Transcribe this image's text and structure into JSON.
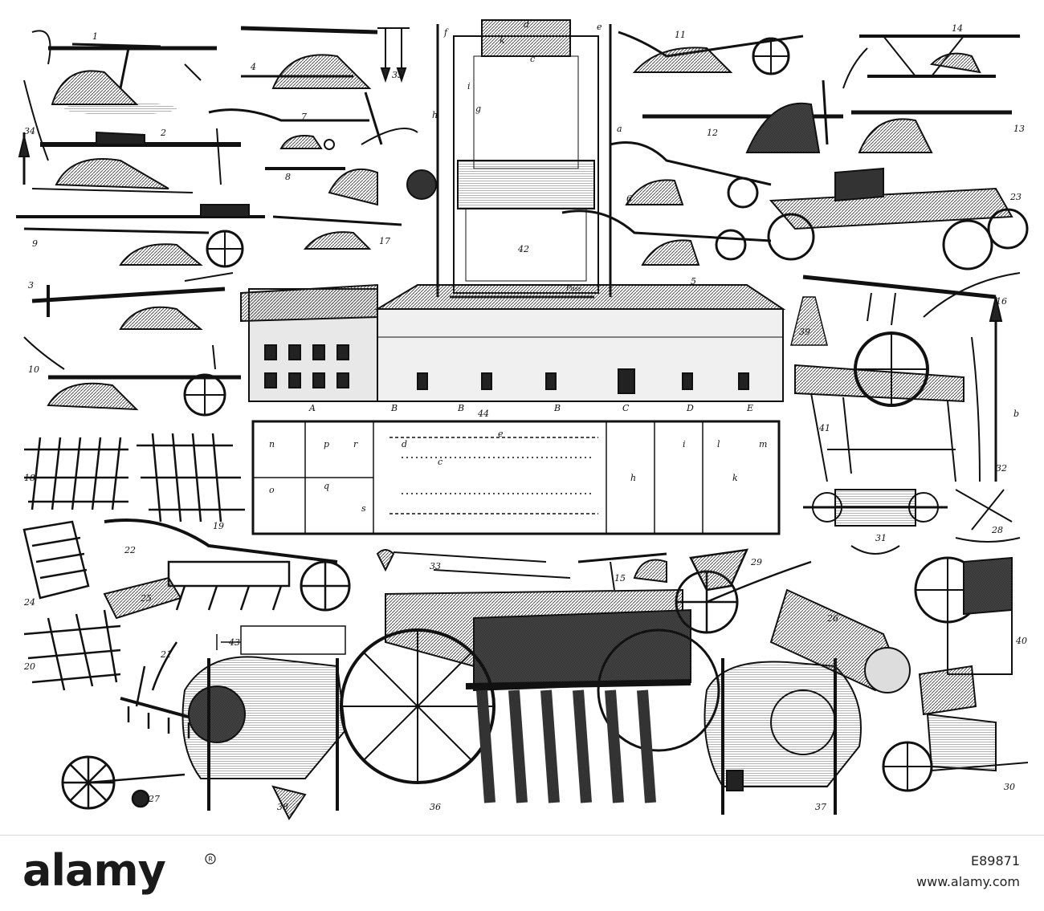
{
  "plate": {
    "figure_numbers": [
      "1",
      "2",
      "3",
      "4",
      "5",
      "6",
      "7",
      "8",
      "9",
      "10",
      "11",
      "12",
      "13",
      "14",
      "15",
      "16",
      "17",
      "18",
      "19",
      "20",
      "21",
      "22",
      "23",
      "24",
      "25",
      "26",
      "27",
      "28",
      "29",
      "30",
      "31",
      "32",
      "33",
      "34",
      "35",
      "36",
      "37",
      "38",
      "39",
      "40",
      "41",
      "42",
      "43",
      "44"
    ],
    "building_letters": [
      "A",
      "B",
      "B",
      "B",
      "C",
      "D",
      "E"
    ],
    "plan_letters": [
      "n",
      "o",
      "p",
      "q",
      "r",
      "s",
      "h",
      "i",
      "k",
      "l",
      "m",
      "c",
      "d",
      "e"
    ],
    "loom_letters": [
      "d",
      "k",
      "c",
      "f",
      "e",
      "g",
      "h",
      "i"
    ],
    "loom_scale": "Fuss",
    "tool_letters": [
      "a",
      "b"
    ]
  },
  "footer": {
    "brand": "alamy",
    "image_id": "E89871",
    "site": "www.alamy.com"
  }
}
